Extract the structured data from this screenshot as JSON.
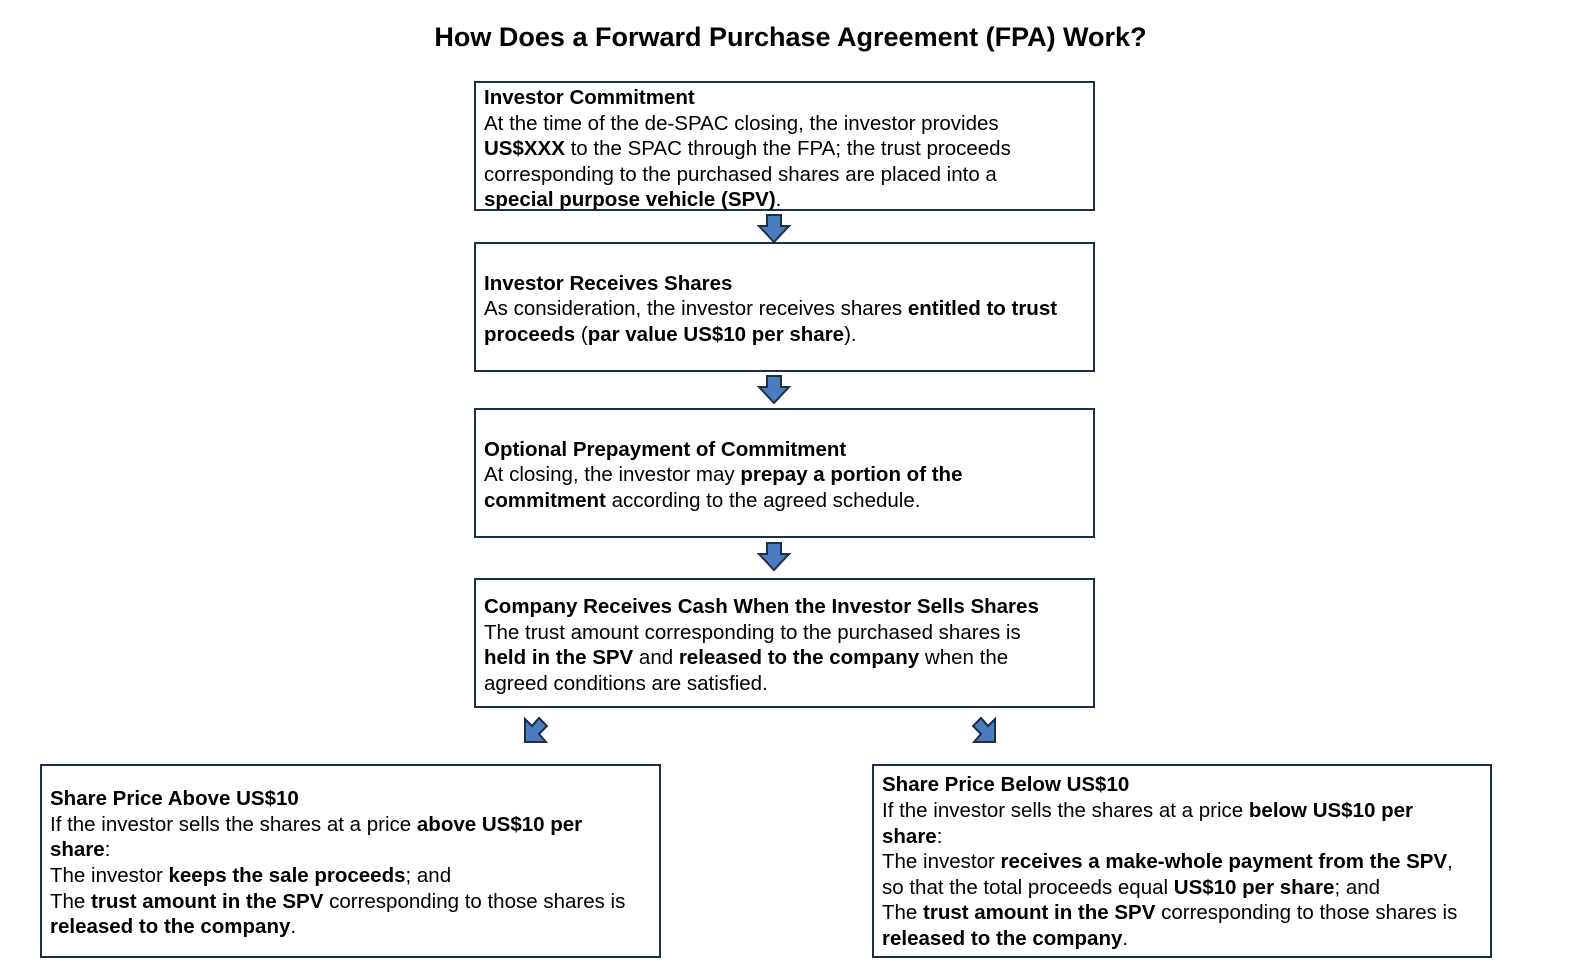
{
  "title": "How Does a Forward Purchase Agreement (FPA) Work?",
  "colors": {
    "box_border": "#1b2f45",
    "arrow_fill": "#4a7cbf",
    "arrow_stroke": "#1b2f45"
  },
  "steps": [
    {
      "heading": "Investor Commitment",
      "lines": [
        [
          {
            "t": "At the time of the de-SPAC closing, the investor provides"
          }
        ],
        [
          {
            "t": "US$XXX",
            "b": true
          },
          {
            "t": " to the SPAC through the FPA; the trust proceeds"
          }
        ],
        [
          {
            "t": "corresponding to the purchased shares are placed into a"
          }
        ],
        [
          {
            "t": "special purpose vehicle (SPV)",
            "b": true
          },
          {
            "t": "."
          }
        ]
      ]
    },
    {
      "heading": "Investor Receives Shares",
      "lines": [
        [
          {
            "t": "As consideration, the investor receives shares "
          },
          {
            "t": "entitled to trust",
            "b": true
          }
        ],
        [
          {
            "t": "proceeds",
            "b": true
          },
          {
            "t": " ("
          },
          {
            "t": "par value US$10 per share",
            "b": true
          },
          {
            "t": ")."
          }
        ]
      ]
    },
    {
      "heading": "Optional Prepayment of Commitment",
      "lines": [
        [
          {
            "t": "At closing, the investor may "
          },
          {
            "t": "prepay a portion of the",
            "b": true
          }
        ],
        [
          {
            "t": "commitment",
            "b": true
          },
          {
            "t": " according to the agreed schedule."
          }
        ]
      ]
    },
    {
      "heading": "Company Receives Cash When the Investor Sells Shares",
      "lines": [
        [
          {
            "t": "The trust amount corresponding to the purchased shares is"
          }
        ],
        [
          {
            "t": "held in the SPV",
            "b": true
          },
          {
            "t": " and "
          },
          {
            "t": "released to the company",
            "b": true
          },
          {
            "t": " when the"
          }
        ],
        [
          {
            "t": "agreed conditions are satisfied."
          }
        ]
      ]
    }
  ],
  "outcomes": [
    {
      "heading": "Share Price Above US$10",
      "lines": [
        [
          {
            "t": "If the investor sells the shares at a price "
          },
          {
            "t": "above US$10 per",
            "b": true
          }
        ],
        [
          {
            "t": "share",
            "b": true
          },
          {
            "t": ":"
          }
        ],
        [
          {
            "t": "The investor "
          },
          {
            "t": "keeps the sale proceeds",
            "b": true
          },
          {
            "t": "; and"
          }
        ],
        [
          {
            "t": "The "
          },
          {
            "t": "trust amount in the SPV",
            "b": true
          },
          {
            "t": " corresponding to those shares is"
          }
        ],
        [
          {
            "t": "released to the company",
            "b": true
          },
          {
            "t": "."
          }
        ]
      ]
    },
    {
      "heading": "Share Price Below US$10",
      "lines": [
        [
          {
            "t": "If the investor sells the shares at a price "
          },
          {
            "t": "below US$10 per",
            "b": true
          }
        ],
        [
          {
            "t": "share",
            "b": true
          },
          {
            "t": ":"
          }
        ],
        [
          {
            "t": "The investor "
          },
          {
            "t": "receives a make-whole payment from the SPV",
            "b": true
          },
          {
            "t": ","
          }
        ],
        [
          {
            "t": "so that the total proceeds equal "
          },
          {
            "t": "US$10 per share",
            "b": true
          },
          {
            "t": "; and"
          }
        ],
        [
          {
            "t": "The "
          },
          {
            "t": "trust amount in the SPV",
            "b": true
          },
          {
            "t": " corresponding to those shares is"
          }
        ],
        [
          {
            "t": "released to the company",
            "b": true
          },
          {
            "t": "."
          }
        ]
      ]
    }
  ]
}
